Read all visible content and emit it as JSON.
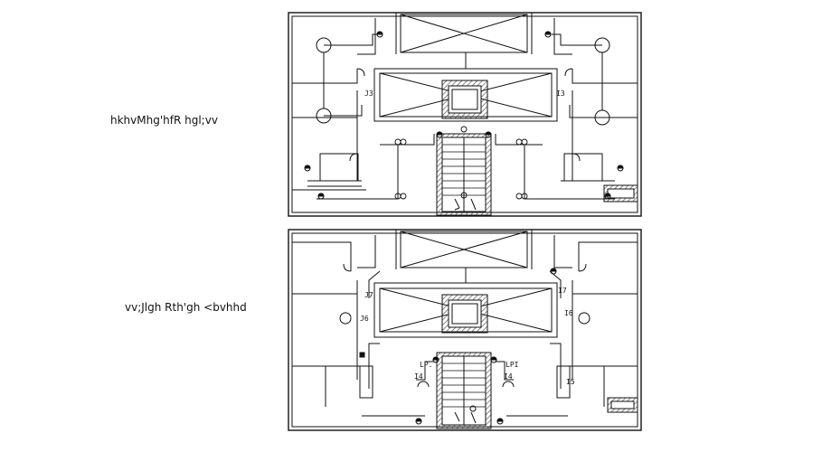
{
  "labels": {
    "top_plan": "hkhvMhg'hfR hgl;vv",
    "bottom_plan": "vv;Jlgh Rth'gh <bvhhd"
  },
  "tags": {
    "j3": "J3",
    "i3": "I3",
    "j7": "J7",
    "i7": "I7",
    "j6": "J6",
    "i6": "I6",
    "lp_left": "LP.",
    "lp_right": "LPI",
    "i4_left": "I4",
    "i4_right": "I4",
    "i5": "I5"
  },
  "colors": {
    "line": "#111111",
    "hatch": "#444444",
    "background": "#ffffff"
  }
}
